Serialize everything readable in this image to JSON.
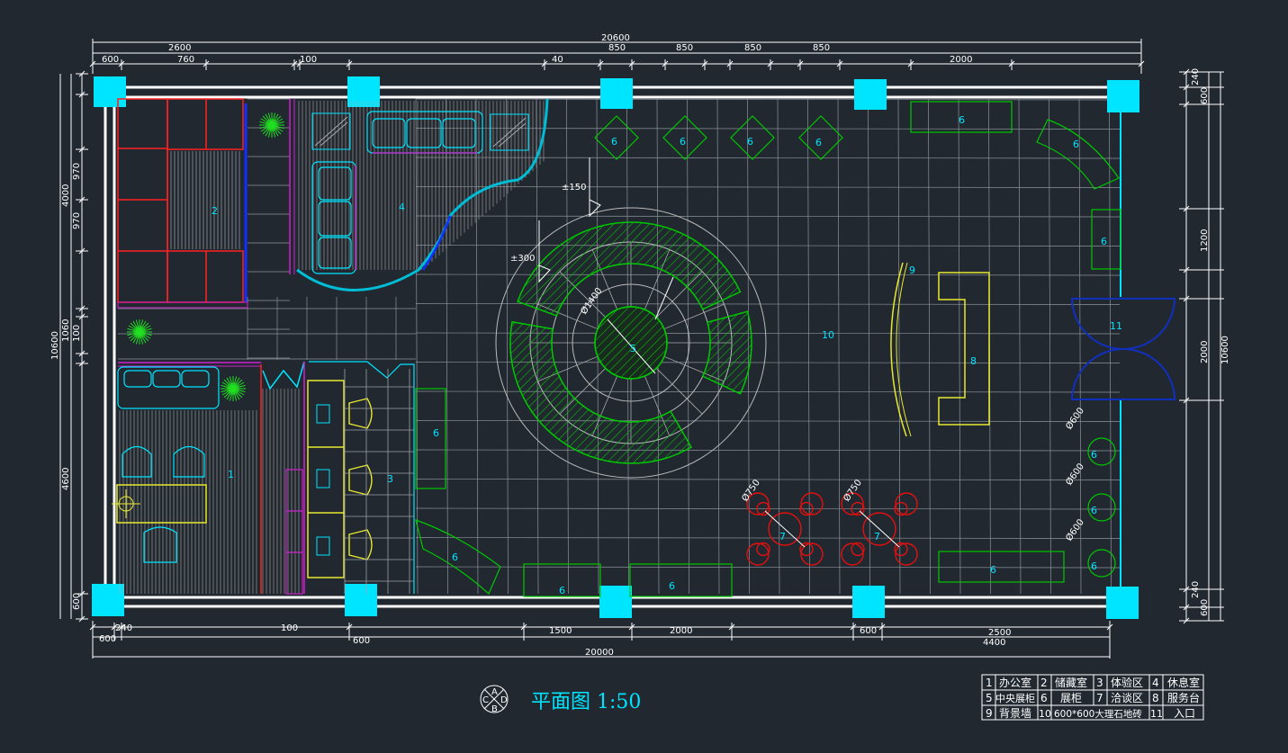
{
  "drawing": {
    "title": "平面图 1:50",
    "compass_letters": [
      "A",
      "B",
      "C",
      "D"
    ]
  },
  "dimensions": {
    "top_total": "20600",
    "top_segments": [
      "2600",
      "850",
      "850",
      "850",
      "850"
    ],
    "top_sub": [
      "600",
      "760",
      "100",
      "40",
      "2000"
    ],
    "bottom_total": "20000",
    "bottom_segments": [
      "240",
      "100",
      "600",
      "1500",
      "2000",
      "600",
      "2500",
      "4400"
    ],
    "bottom_sub": [
      "600"
    ],
    "left_total": "10600",
    "left_segments": [
      "4000",
      "970",
      "970",
      "1060",
      "100",
      "4600",
      "600"
    ],
    "right_total": "10600",
    "right_segments": [
      "240",
      "600",
      "1200",
      "2000",
      "240",
      "600"
    ]
  },
  "annotations": {
    "level_150": "±150",
    "level_300": "±300",
    "dia_1400": "Ø1400",
    "dia_750": "Ø750",
    "dia_600": "Ø600"
  },
  "zones": [
    "1",
    "2",
    "3",
    "4",
    "5",
    "6",
    "7",
    "8",
    "9",
    "10",
    "11"
  ],
  "legend": [
    {
      "num": "1",
      "name": "办公室"
    },
    {
      "num": "2",
      "name": "储藏室"
    },
    {
      "num": "3",
      "name": "体验区"
    },
    {
      "num": "4",
      "name": "休息室"
    },
    {
      "num": "5",
      "name": "中央展柜"
    },
    {
      "num": "6",
      "name": "展柜"
    },
    {
      "num": "7",
      "name": "洽谈区"
    },
    {
      "num": "8",
      "name": "服务台"
    },
    {
      "num": "9",
      "name": "背景墙"
    },
    {
      "num": "10",
      "name": "600*600大理石地砖"
    },
    {
      "num": "11",
      "name": "入口"
    }
  ],
  "colors": {
    "background": "#212830",
    "wall": "#ffffff",
    "column": "#00e5ff",
    "display_cabinet": "#00c800",
    "grid": "#9aa0a8",
    "storage": "#ff2020",
    "chair_red": "#e01010",
    "service_desk": "#e8e830",
    "entrance": "#1030c0",
    "furniture": "#00e5ff",
    "purple": "#d020d0"
  }
}
